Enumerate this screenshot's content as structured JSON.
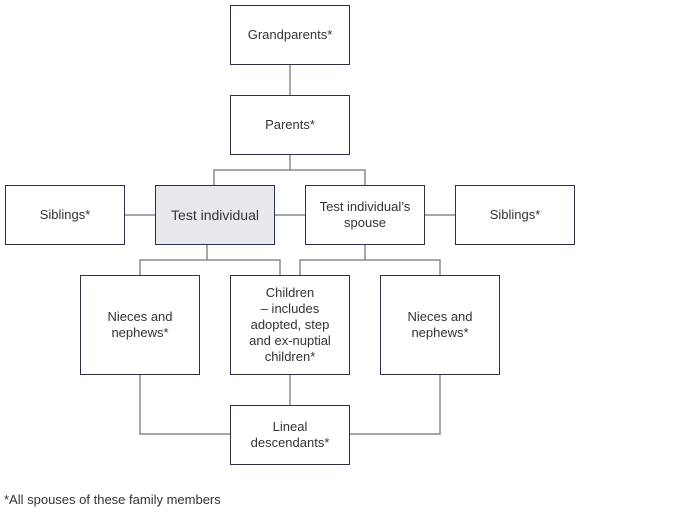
{
  "diagram": {
    "nodes": {
      "grandparents": "Grandparents*",
      "parents": "Parents*",
      "siblings_left": "Siblings*",
      "test_individual": "Test individual",
      "spouse": "Test individual’s\nspouse",
      "siblings_right": "Siblings*",
      "nieces_left": "Nieces and\nnephews*",
      "children": "Children\n– includes\nadopted, step\nand ex-nuptial\nchildren*",
      "nieces_right": "Nieces and\nnephews*",
      "lineal": "Lineal\ndescendants*"
    },
    "highlight_node": "test_individual",
    "colors": {
      "border": "#2c3048",
      "connector": "#8a8a8a",
      "highlight_fill": "#e8e9ee"
    }
  },
  "footnote": "*All spouses of these family members"
}
